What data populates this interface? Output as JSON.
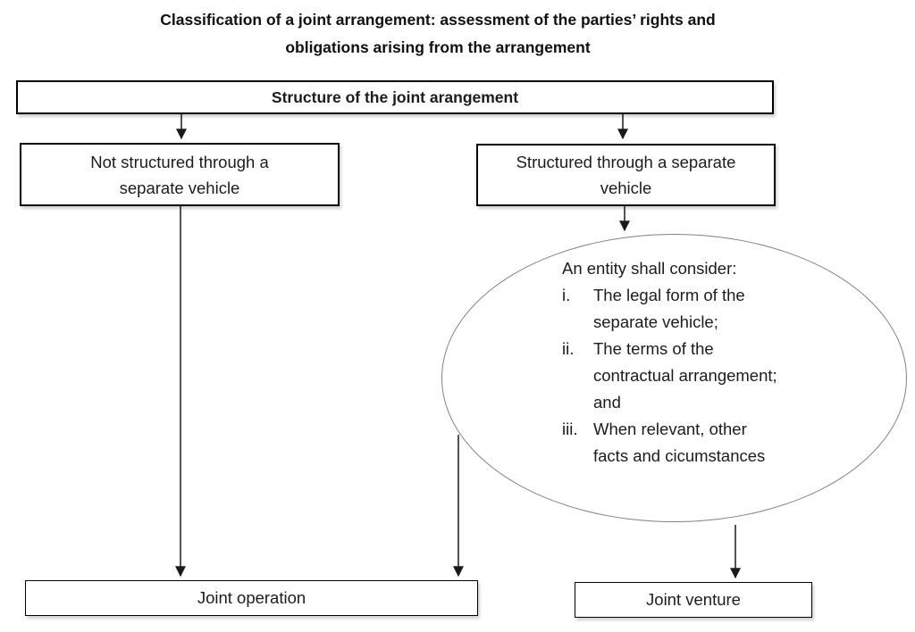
{
  "title": "Classification of a joint arrangement: assessment of the parties’ rights and\nobligations arising from the arrangement",
  "flowchart": {
    "root_box": "Structure of the joint arangement",
    "left_box": "Not structured through a\nseparate vehicle",
    "right_box": "Structured through a separate\nvehicle",
    "ellipse": {
      "intro": "An entity shall consider:",
      "items": [
        {
          "marker": "i.",
          "text": "The legal form of the\nseparate vehicle;"
        },
        {
          "marker": "ii.",
          "text": "The terms of the\ncontractual arrangement;\nand"
        },
        {
          "marker": "iii.",
          "text": "When relevant, other\nfacts and cicumstances"
        }
      ]
    },
    "joint_operation_box": "Joint operation",
    "joint_venture_box": "Joint venture"
  },
  "colors": {
    "background": "#ffffff",
    "text": "#1c1c1c",
    "box_border": "#000000",
    "ellipse_border": "#828282",
    "arrow": "#1a1a1a"
  }
}
